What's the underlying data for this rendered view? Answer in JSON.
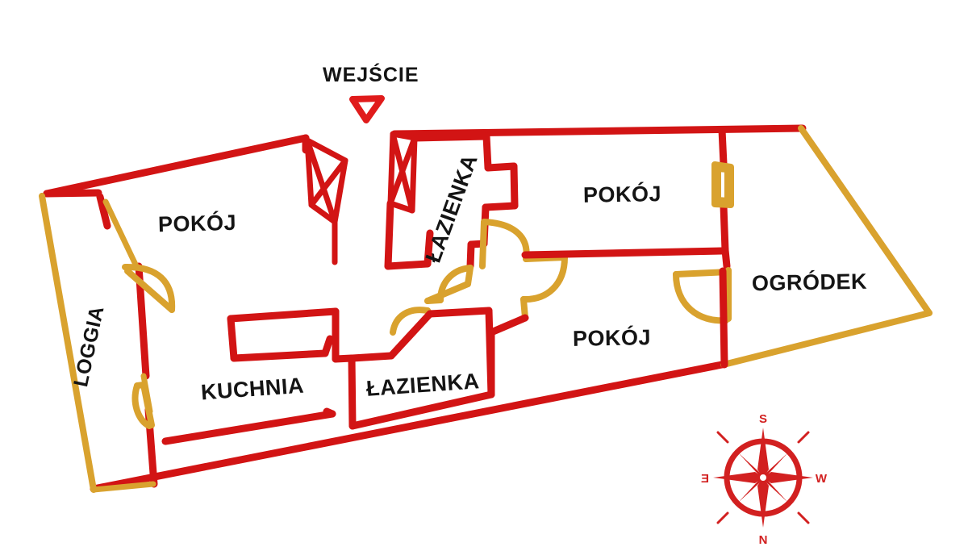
{
  "document": {
    "kind": "floor-plan",
    "title": "WEJŚCIE",
    "language": "pl"
  },
  "colors": {
    "wall_red": "#d21414",
    "wall_gold": "#d9a22e",
    "label_text": "#141414",
    "background": "#ffffff",
    "compass": "#d22020"
  },
  "entrance": {
    "label": "WEJŚCIE",
    "marker": "down-triangle"
  },
  "rooms": [
    {
      "id": "pokoj-1",
      "label": "POKÓJ",
      "zone": "upper-left"
    },
    {
      "id": "pokoj-2",
      "label": "POKÓJ",
      "zone": "upper-right"
    },
    {
      "id": "pokoj-3",
      "label": "POKÓJ",
      "zone": "lower-right"
    },
    {
      "id": "loggia",
      "label": "LOGGIA",
      "zone": "far-left"
    },
    {
      "id": "kuchnia",
      "label": "KUCHNIA",
      "zone": "lower-left"
    },
    {
      "id": "lazienka-lower",
      "label": "ŁAZIENKA",
      "zone": "lower-center"
    },
    {
      "id": "lazienka-upper",
      "label": "ŁAZIENKA",
      "zone": "upper-center"
    },
    {
      "id": "ogrodek",
      "label": "OGRÓDEK",
      "zone": "far-right"
    }
  ],
  "compass": {
    "name": "compass-rose",
    "orientation": "inverted",
    "points": {
      "top": "S",
      "right": "W",
      "bottom": "N",
      "left": "Ǝ"
    }
  }
}
